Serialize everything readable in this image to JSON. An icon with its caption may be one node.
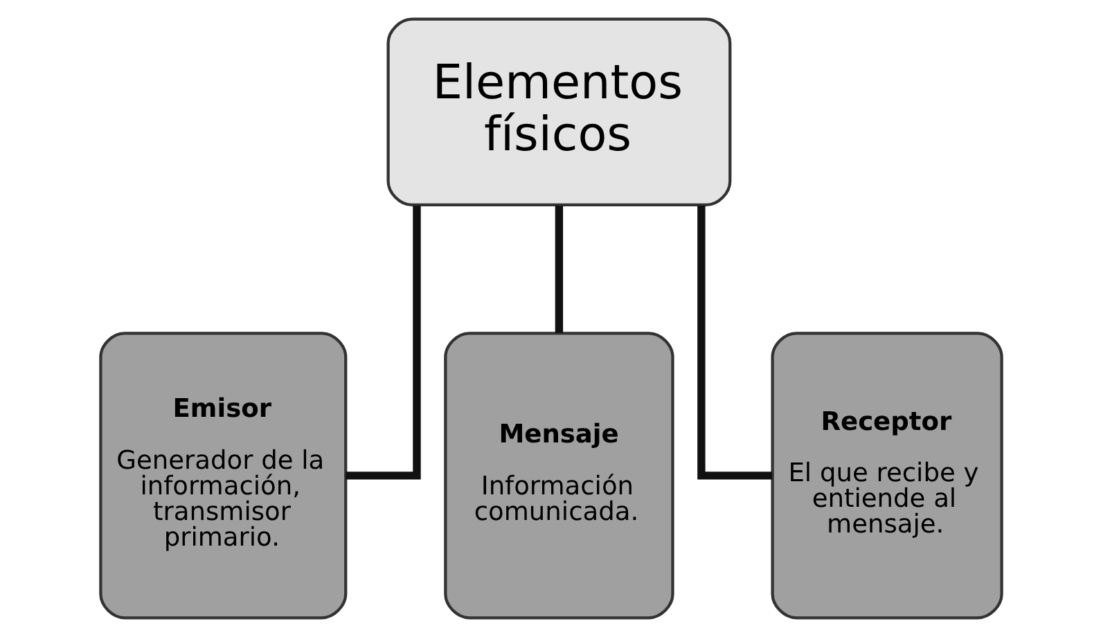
{
  "diagram": {
    "nodes": [
      {
        "text": [
          "Elementos físicos"
        ]
      },
      {
        "text": [
          "Emisor",
          "Generador de la información, transmisor primario."
        ]
      },
      {
        "text": [
          "Mensaje",
          "Información comunicada."
        ]
      },
      {
        "text": [
          "Receptor",
          "El que recibe y entiende al mensaje."
        ]
      }
    ],
    "edges": [
      {
        "from": 0,
        "to": 1,
        "arrow": "none"
      },
      {
        "from": 0,
        "to": 2,
        "arrow": "none"
      },
      {
        "from": 0,
        "to": 3,
        "arrow": "none"
      }
    ]
  }
}
